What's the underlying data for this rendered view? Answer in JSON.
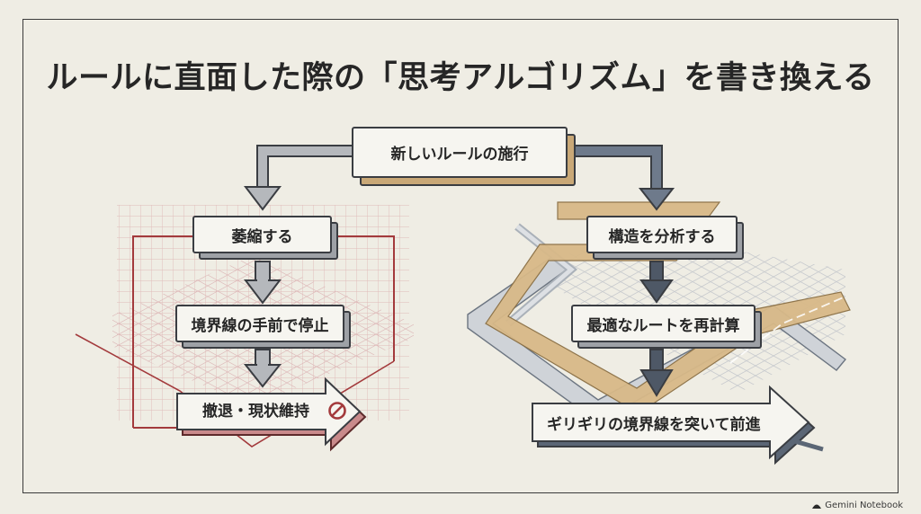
{
  "title": "ルールに直面した際の「思考アルゴリズム」を書き換える",
  "root": {
    "label": "新しいルールの施行"
  },
  "left_branch": {
    "steps": [
      "萎縮する",
      "境界線の手前で停止"
    ],
    "outcome": "撤退・現状維持",
    "outcome_icon": "prohibited-icon",
    "accent_color": "#a33a3c"
  },
  "right_branch": {
    "steps": [
      "構造を分析する",
      "最適なルートを再計算"
    ],
    "outcome": "ギリギリの境界線を突いて前進",
    "accent_color": "#c9a877"
  },
  "watermark": {
    "label": "Gemini Notebook"
  }
}
